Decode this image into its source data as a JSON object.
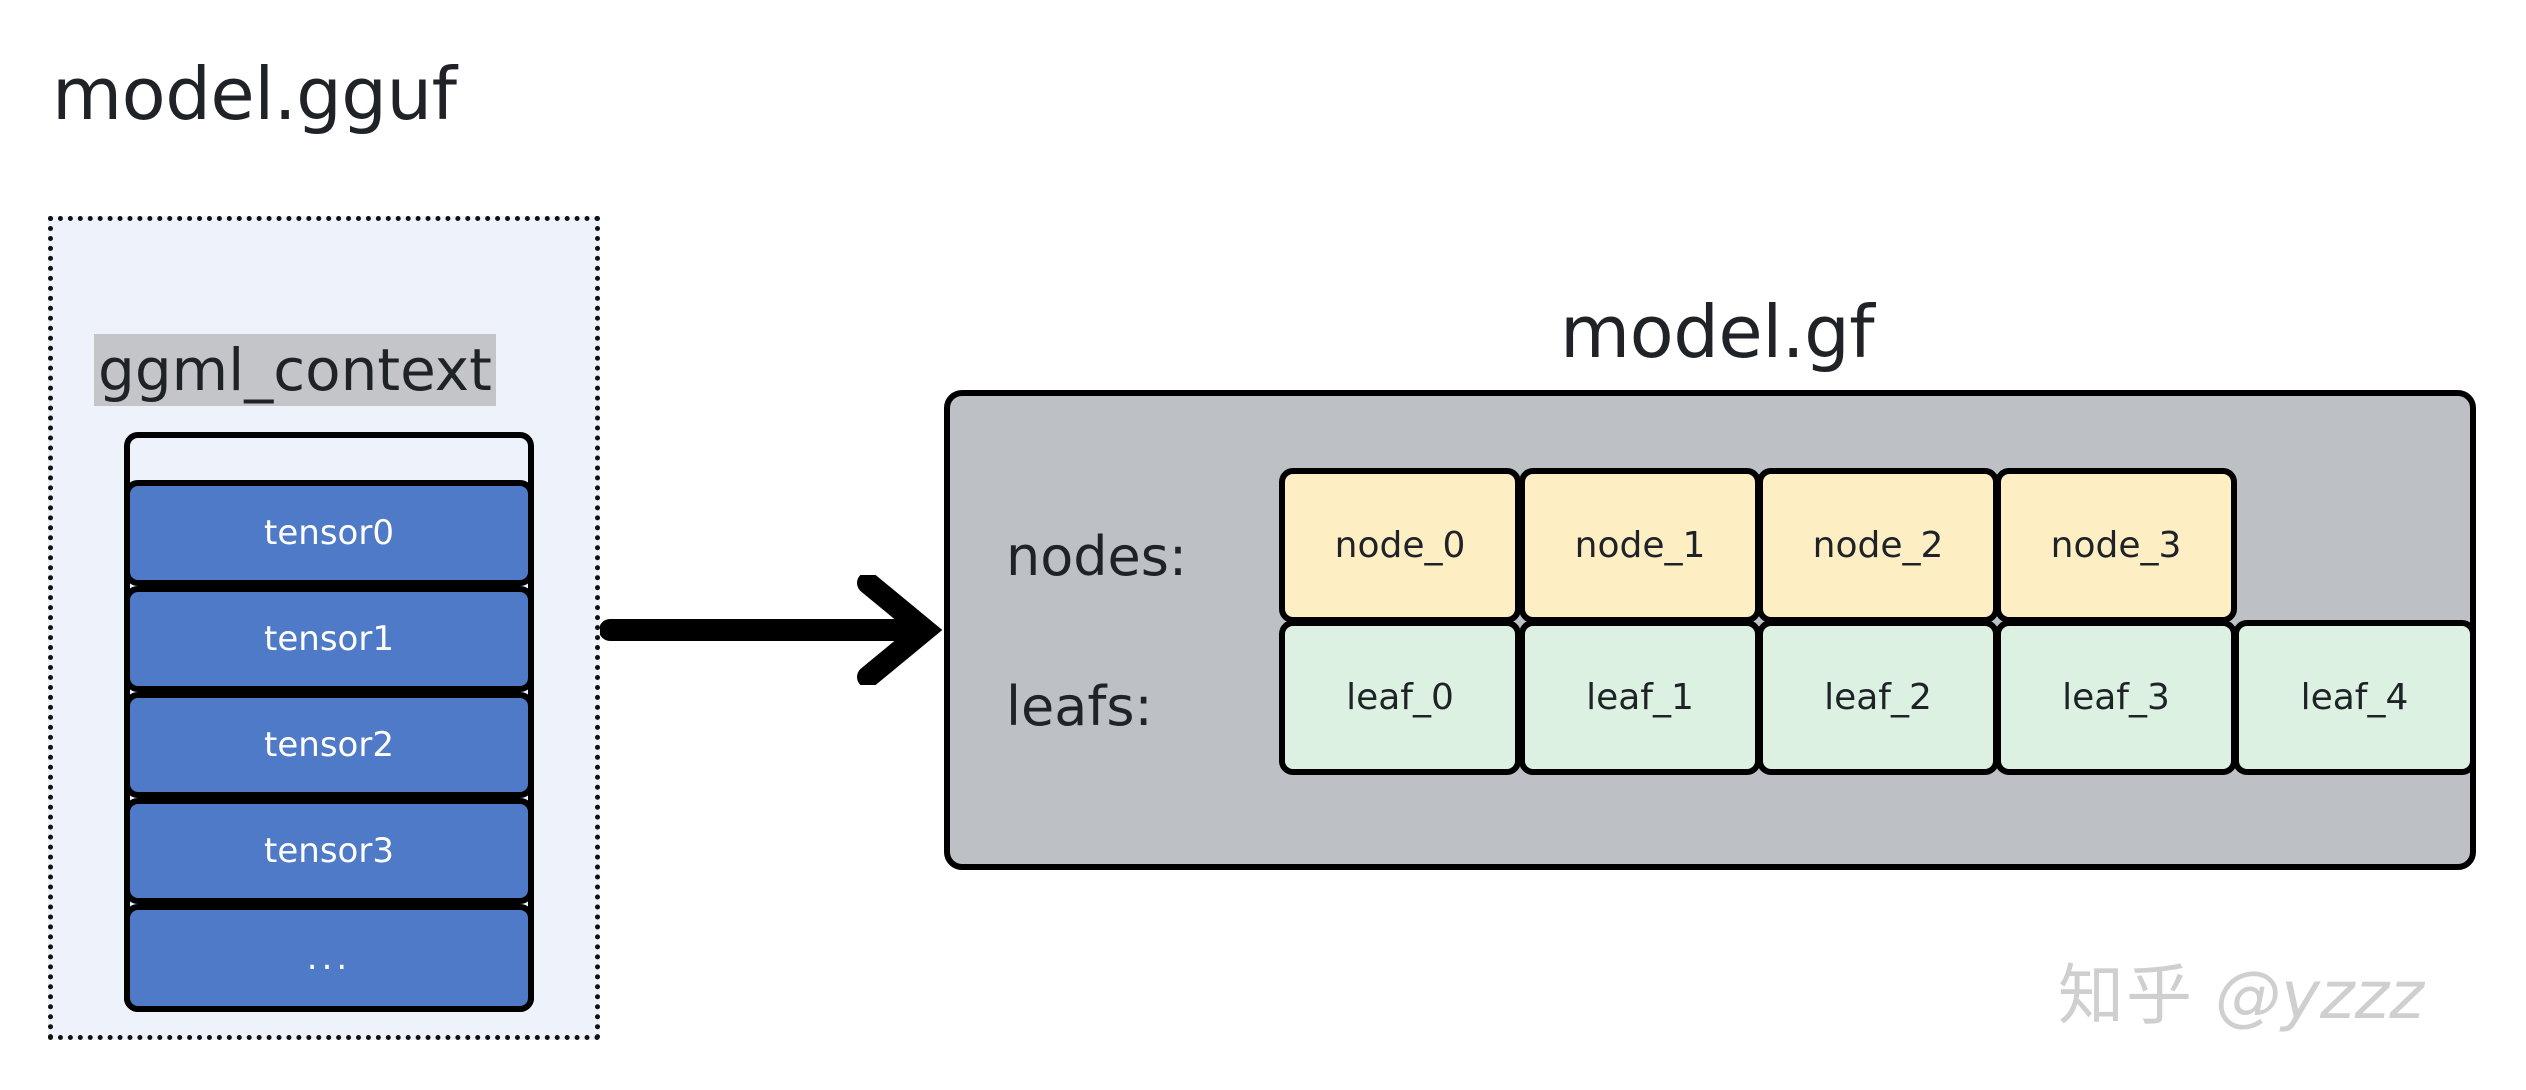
{
  "left_panel": {
    "title": "model.gguf",
    "context_label": "ggml_context",
    "tensors": [
      {
        "label": "tensor0"
      },
      {
        "label": "tensor1"
      },
      {
        "label": "tensor2"
      },
      {
        "label": "tensor3"
      },
      {
        "label": "..."
      }
    ]
  },
  "arrow": {
    "icon": "right-arrow-icon"
  },
  "right_panel": {
    "title": "model.gf",
    "rows": [
      {
        "label": "nodes:",
        "cells": [
          "node_0",
          "node_1",
          "node_2",
          "node_3"
        ]
      },
      {
        "label": "leafs:",
        "cells": [
          "leaf_0",
          "leaf_1",
          "leaf_2",
          "leaf_3",
          "leaf_4"
        ]
      }
    ]
  },
  "watermark": {
    "cjk": "知乎",
    "handle": "@yzzz"
  },
  "colors": {
    "page_background": "#ffffff",
    "gguf_panel_fill": "#eef2fb",
    "gguf_panel_border": "#111111",
    "context_highlight": "#c3c5c8",
    "tensor_fill": "#4f7ac7",
    "tensor_text": "#ffffff",
    "gf_panel_fill": "#bdc0c5",
    "node_fill": "#fdeec4",
    "leaf_fill": "#dcf1e2",
    "stroke": "#000000",
    "text": "#1f2328",
    "watermark": "#cfcfcf"
  }
}
